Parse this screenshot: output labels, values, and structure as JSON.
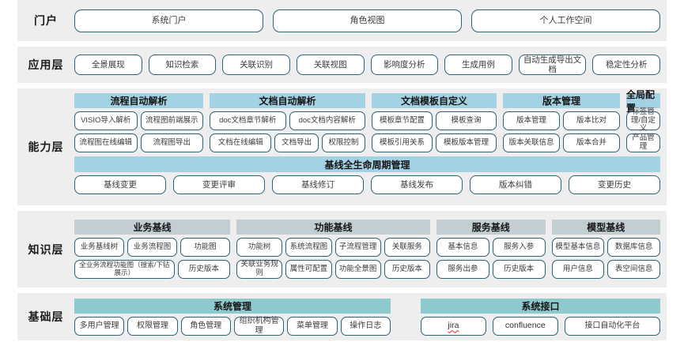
{
  "layers": [
    {
      "id": "portal",
      "label": "门户",
      "items": [
        "系统门户",
        "角色视图",
        "个人工作空间"
      ]
    },
    {
      "id": "application",
      "label": "应用层",
      "items": [
        "全景展现",
        "知识检索",
        "关联识别",
        "关联视图",
        "影响度分析",
        "生成用例",
        "自动生成导出文档",
        "稳定性分析"
      ]
    },
    {
      "id": "capability",
      "label": "能力层",
      "groups": [
        {
          "title": "流程自动解析",
          "head_color": "#a3d2e5",
          "rows": [
            [
              "VISIO导入解析",
              "流程图前端展示"
            ],
            [
              "流程图在线编辑",
              "流程图导出"
            ]
          ]
        },
        {
          "title": "文档自动解析",
          "head_color": "#a3d2e5",
          "rows": [
            [
              "doc文档章节解析",
              "doc文档内容解析"
            ],
            [
              "文档在线编辑",
              "文档导出",
              "权限控制"
            ]
          ]
        },
        {
          "title": "文档模板自定义",
          "head_color": "#a3d2e5",
          "rows": [
            [
              "模板章节配置",
              "模板查询"
            ],
            [
              "模板引用关系",
              "模板版本管理"
            ]
          ]
        },
        {
          "title": "版本管理",
          "head_color": "#a3d2e5",
          "rows": [
            [
              "版本管理",
              "版本比对"
            ],
            [
              "版本关联信息",
              "版本合并"
            ]
          ]
        },
        {
          "title": "全局配置",
          "head_color": "#a3d2e5",
          "rows": [
            [
              "标签管理/自定义"
            ],
            [
              "产品管理"
            ]
          ]
        }
      ],
      "strip": {
        "title": "基线全生命周期管理",
        "items": [
          "基线变更",
          "变更评审",
          "基线修订",
          "基线发布",
          "版本纠错",
          "变更历史"
        ]
      }
    },
    {
      "id": "knowledge",
      "label": "知识层",
      "groups": [
        {
          "title": "业务基线",
          "head_color": "#c3ced3",
          "rows": [
            [
              "业务基线树",
              "业务流程图",
              "功能图"
            ],
            [
              "全业务流程功能图（搜索/下钻展示）",
              "历史版本"
            ]
          ]
        },
        {
          "title": "功能基线",
          "head_color": "#c3ced3",
          "rows": [
            [
              "功能树",
              "系统流程图",
              "子流程管理",
              "关联服务"
            ],
            [
              "关联业务规则",
              "属性可配置",
              "功能全景图",
              "历史版本"
            ]
          ]
        },
        {
          "title": "服务基线",
          "head_color": "#c3ced3",
          "rows": [
            [
              "基本信息",
              "服务入参"
            ],
            [
              "服务出参",
              "历史版本"
            ]
          ]
        },
        {
          "title": "模型基线",
          "head_color": "#c3ced3",
          "rows": [
            [
              "模型基本信息",
              "数据库信息"
            ],
            [
              "用户信息",
              "表空间信息"
            ]
          ]
        }
      ]
    },
    {
      "id": "foundation",
      "label": "基础层",
      "groups": [
        {
          "title": "系统管理",
          "head_color": "#8ec9cd",
          "rows": [
            [
              "多用户管理",
              "权限管理",
              "角色管理",
              "组织机构管理",
              "菜单管理",
              "操作日志"
            ]
          ]
        },
        {
          "title": "系统接口",
          "head_color": "#8ec9cd",
          "rows": [
            [
              "jira",
              "confluence",
              "接口自动化平台"
            ]
          ]
        }
      ]
    }
  ]
}
